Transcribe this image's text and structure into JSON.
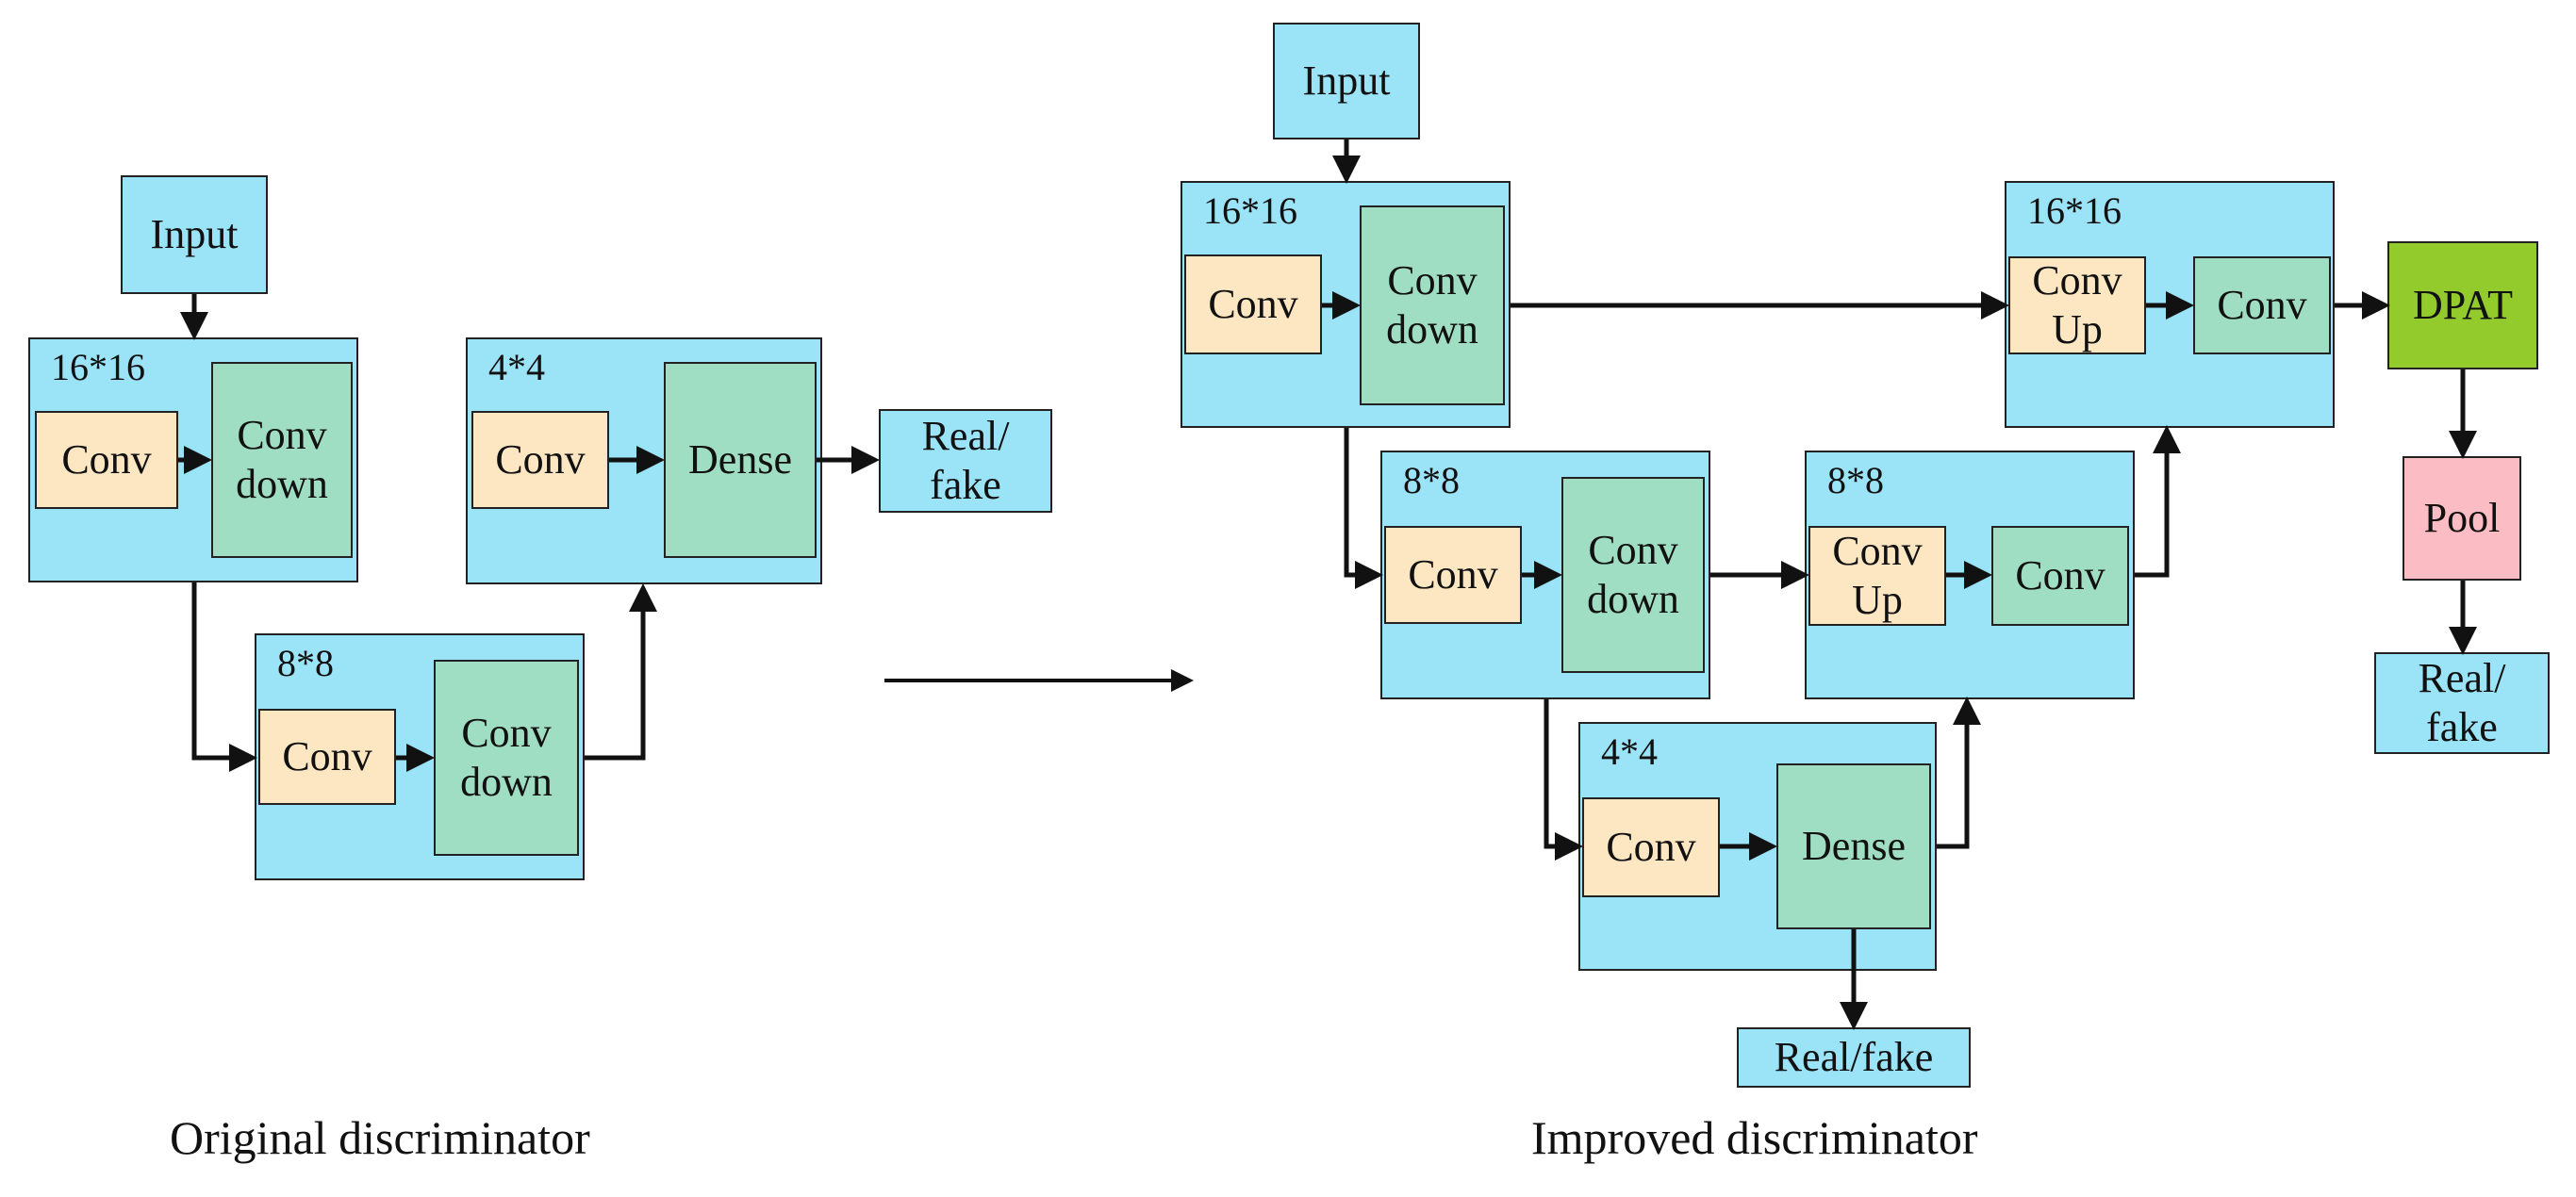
{
  "original": {
    "input": "Input",
    "block16": {
      "size": "16*16",
      "conv": "Conv",
      "conv_down": "Conv\ndown"
    },
    "block8": {
      "size": "8*8",
      "conv": "Conv",
      "conv_down": "Conv\ndown"
    },
    "block4": {
      "size": "4*4",
      "conv": "Conv",
      "dense": "Dense"
    },
    "output": "Real/\nfake",
    "caption": "Original discriminator"
  },
  "improved": {
    "input": "Input",
    "block16": {
      "size": "16*16",
      "conv": "Conv",
      "conv_down": "Conv\ndown"
    },
    "block8": {
      "size": "8*8",
      "conv": "Conv",
      "conv_down": "Conv\ndown"
    },
    "block4": {
      "size": "4*4",
      "conv": "Conv",
      "dense": "Dense"
    },
    "output_dense": "Real/fake",
    "up8": {
      "size": "8*8",
      "conv_up": "Conv\nUp",
      "conv": "Conv"
    },
    "up16": {
      "size": "16*16",
      "conv_up": "Conv\nUp",
      "conv": "Conv"
    },
    "dpat": "DPAT",
    "pool": "Pool",
    "output": "Real/\nfake",
    "caption": "Improved discriminator"
  },
  "colors": {
    "block": "#9be3f7",
    "conv": "#fde6c2",
    "conv_down": "#a0dec4",
    "dpat": "#93cb2d",
    "pool": "#fcbcc3"
  }
}
